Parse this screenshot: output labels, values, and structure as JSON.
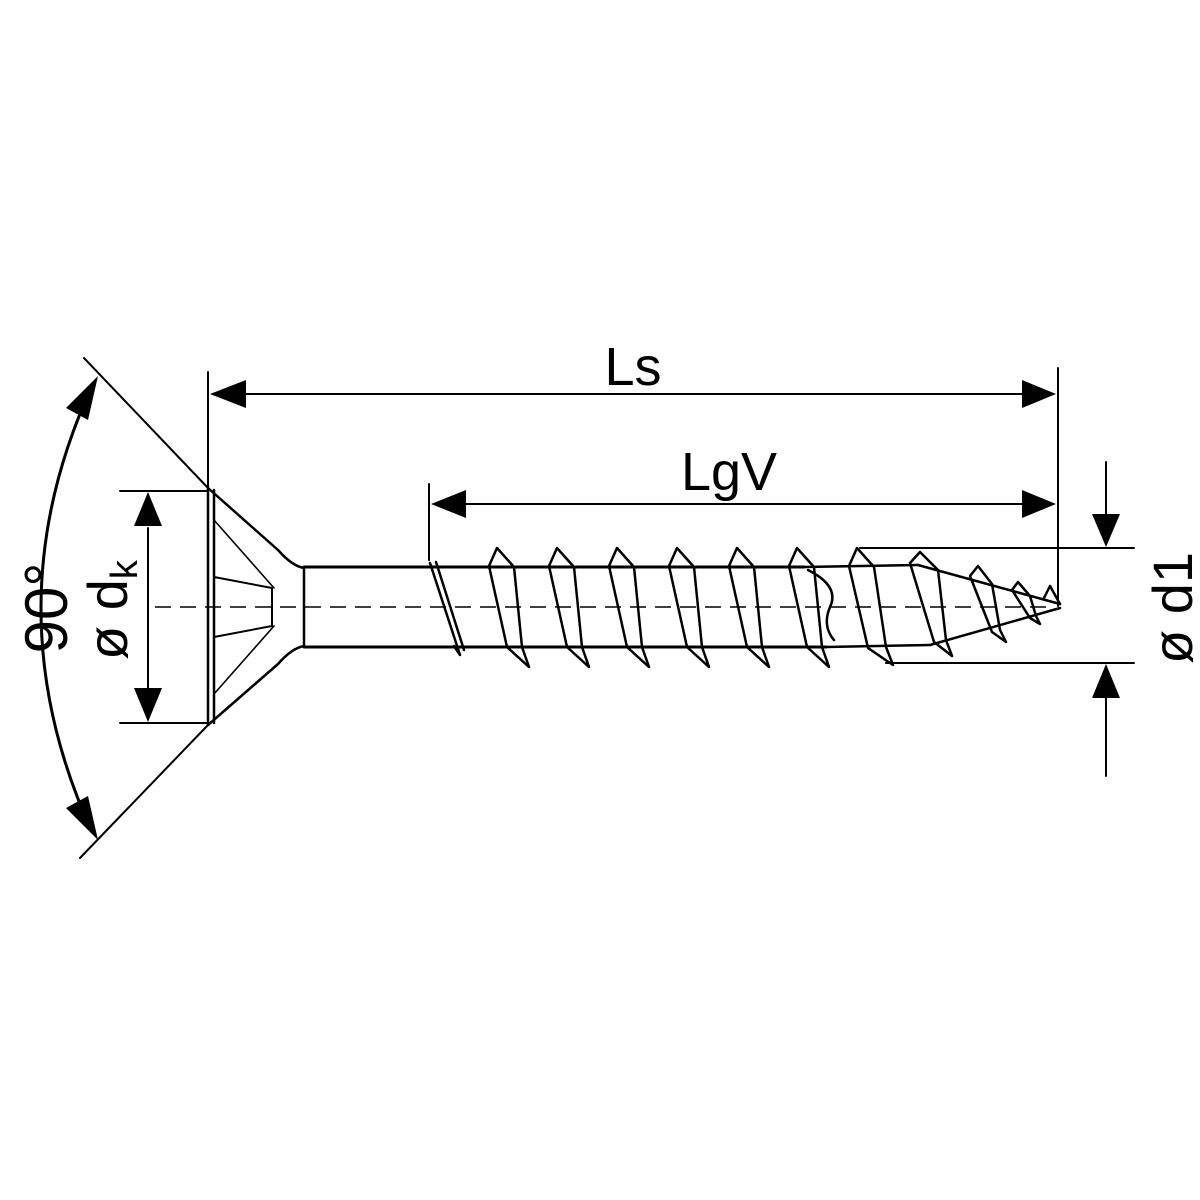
{
  "labels": {
    "overall_length": "Ls",
    "thread_length": "LgV",
    "head_angle": "90°",
    "head_diameter_symbol": "ø d",
    "head_diameter_subscript": "k",
    "thread_diameter": "ø d1"
  },
  "colors": {
    "ink": "#000000",
    "background": "#ffffff"
  }
}
